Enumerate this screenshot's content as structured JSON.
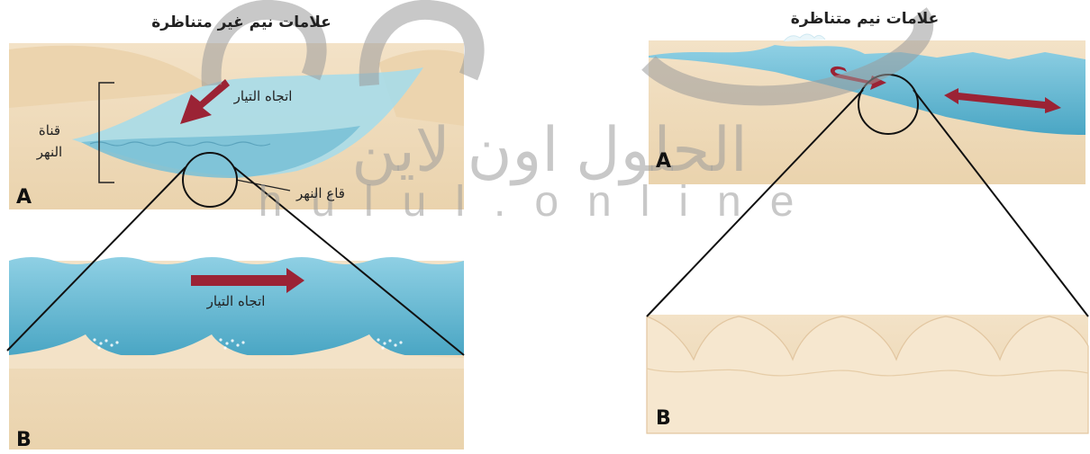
{
  "left": {
    "title": "علامات نيم غير متناظرة",
    "label_A": "A",
    "label_B": "B",
    "current_label": "اتجاه التيار",
    "channel_label_1": "قناة",
    "channel_label_2": "النهر",
    "riverbed_label": "قاع النهر",
    "zoom_current_label": "اتجاه التيار"
  },
  "right": {
    "title": "علامات نيم متناظرة",
    "label_A": "A",
    "label_B": "B"
  },
  "watermark": {
    "arabic": "الحلول اون لاين",
    "latin": "hulul.online"
  },
  "colors": {
    "water": "#7cc3d8",
    "water_dark": "#4fa9c6",
    "sand": "#f1ddc0",
    "sand_dark": "#e3c69e",
    "arrow": "#9b2335"
  }
}
